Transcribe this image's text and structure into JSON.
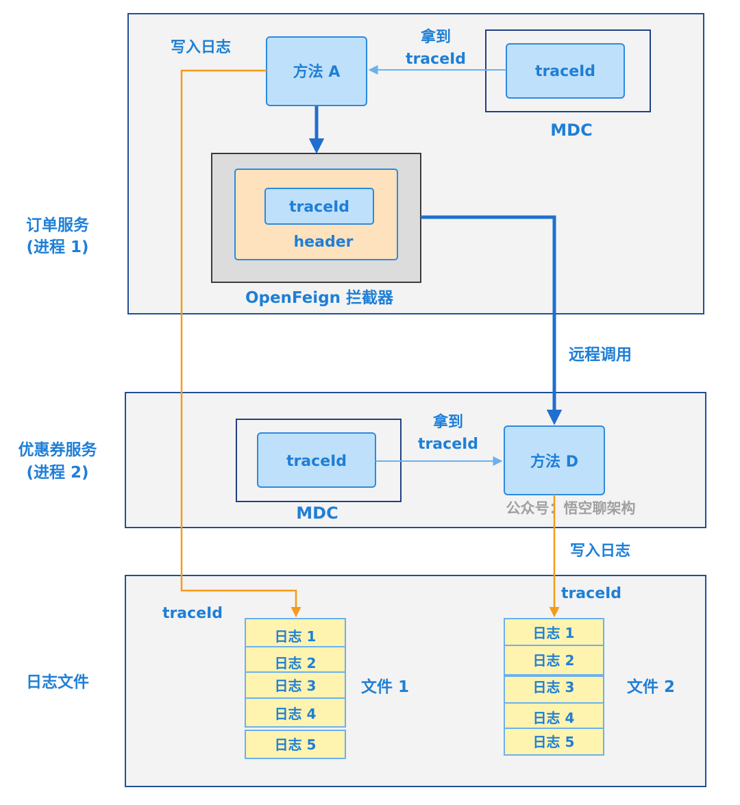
{
  "colors": {
    "label_blue": "#1e7fd6",
    "region_fill": "#f3f3f3",
    "region_stroke": "#1f4e95",
    "box_fill": "#bfe0fa",
    "box_stroke": "#2b8ae0",
    "mdc_stroke": "#1f3f85",
    "interceptor_fill": "#dcdcdc",
    "header_fill": "#fde2bd",
    "log_fill": "#fff3b0",
    "flow_orange": "#f59a1b",
    "light_arrow": "#6ab0ef",
    "strong_arrow": "#1f6fcf",
    "watermark": "#a0a0a0"
  },
  "regions": {
    "order_service": {
      "line1": "订单服务",
      "line2": "(进程 1)"
    },
    "coupon_service": {
      "line1": "优惠券服务",
      "line2": "(进程 2)"
    },
    "log_files": {
      "label": "日志文件"
    }
  },
  "order": {
    "method_a": "方法 A",
    "mdc_traceid": "traceId",
    "mdc_label": "MDC",
    "get_line1": "拿到",
    "get_line2": "traceId",
    "write_log": "写入日志",
    "header_traceid": "traceId",
    "header_label": "header",
    "interceptor_label": "OpenFeign 拦截器"
  },
  "remote_call": "远程调用",
  "coupon": {
    "mdc_traceid": "traceId",
    "mdc_label": "MDC",
    "get_line1": "拿到",
    "get_line2": "traceId",
    "method_d": "方法 D",
    "watermark": "公众号：悟空聊架构"
  },
  "log_flow": {
    "write_log": "写入日志",
    "left_traceid": "traceId",
    "right_traceid": "traceId"
  },
  "file1": {
    "label": "文件 1",
    "entries": [
      "日志 1",
      "日志 2",
      "日志 3",
      "日志 4",
      "日志 5"
    ]
  },
  "file2": {
    "label": "文件 2",
    "entries": [
      "日志 1",
      "日志 2",
      "日志 3",
      "日志 4",
      "日志 5"
    ]
  }
}
